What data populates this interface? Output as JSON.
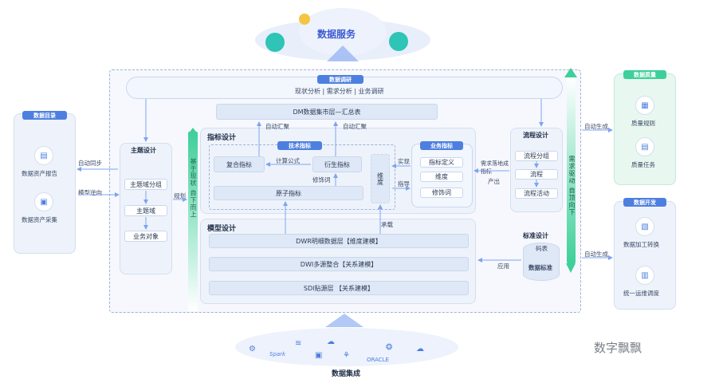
{
  "top": {
    "title": "数据服务"
  },
  "bottom": {
    "title": "数据集成",
    "logos": [
      "Spark",
      "ORACLE"
    ]
  },
  "watermark": "数字飘飘",
  "research": {
    "tag": "数据调研",
    "items": "现状分析  |  需求分析  |  业务调研"
  },
  "dm": "DM数据集市层—汇总表",
  "left_panel": {
    "tag": "数据目录",
    "items": [
      "数据资产报告",
      "数据资产采集"
    ]
  },
  "left_arrows": {
    "sync": "自动同步",
    "reverse": "模型逆向"
  },
  "subject": {
    "title": "主题设计",
    "items": [
      "主题域分组",
      "主题域",
      "业务对象"
    ],
    "plan": "规划"
  },
  "green_bar_left": "基于现状 自下而上",
  "green_bar_right": "需求驱动 自顶向下",
  "indicator": {
    "title": "指标设计",
    "auto1": "自动汇聚",
    "auto2": "自动汇聚",
    "tech_tag": "技术指标",
    "composite": "复合指标",
    "calc": "计算公式",
    "derived": "衍生指标",
    "modifier": "修饰词",
    "atomic": "原子指标",
    "dimension": "维度"
  },
  "business": {
    "tag": "业务指标",
    "items": [
      "指标定义",
      "维度",
      "修饰词"
    ],
    "implement": "实现",
    "guide": "指导"
  },
  "process": {
    "title": "流程设计",
    "items": [
      "流程分组",
      "流程",
      "流程活动"
    ],
    "req": "需求落地成指标",
    "out": "产出"
  },
  "model": {
    "title": "模型设计",
    "carry": "承载",
    "layers": [
      "DWR明细数据层【维度建模】",
      "DWI多源整合【关系建模】",
      "SDI贴源层 【关系建模】"
    ]
  },
  "standard": {
    "title": "标准设计",
    "code": "码表",
    "std": "数据标准",
    "apply": "应用"
  },
  "right_quality": {
    "tag": "数据质量",
    "items": [
      "质量规则",
      "质量任务"
    ],
    "auto": "自动生成"
  },
  "right_dev": {
    "tag": "数据开发",
    "items": [
      "数据加工转换",
      "统一运维调度"
    ],
    "auto": "自动生成"
  },
  "colors": {
    "blue": "#4d7fe0",
    "green": "#3ecf9a",
    "panel": "#eef3fb"
  }
}
